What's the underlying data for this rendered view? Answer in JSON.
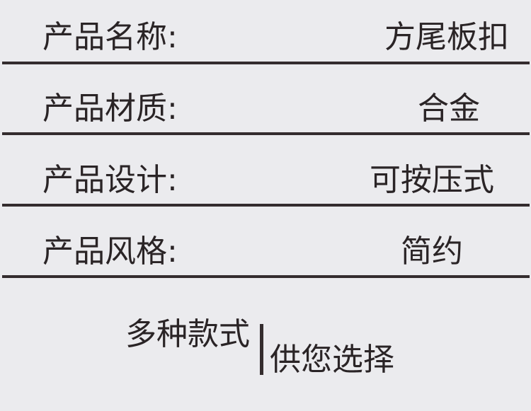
{
  "specs": [
    {
      "label": "产品名称:",
      "value": "方尾板扣"
    },
    {
      "label": "产品材质:",
      "value": "合金"
    },
    {
      "label": "产品设计:",
      "value": "可按压式"
    },
    {
      "label": "产品风格:",
      "value": "简约"
    }
  ],
  "tagline": {
    "left": "多种款式",
    "right": "供您选择"
  },
  "colors": {
    "background": "#ebebee",
    "text": "#2a2426",
    "divider": "#342c2e"
  }
}
